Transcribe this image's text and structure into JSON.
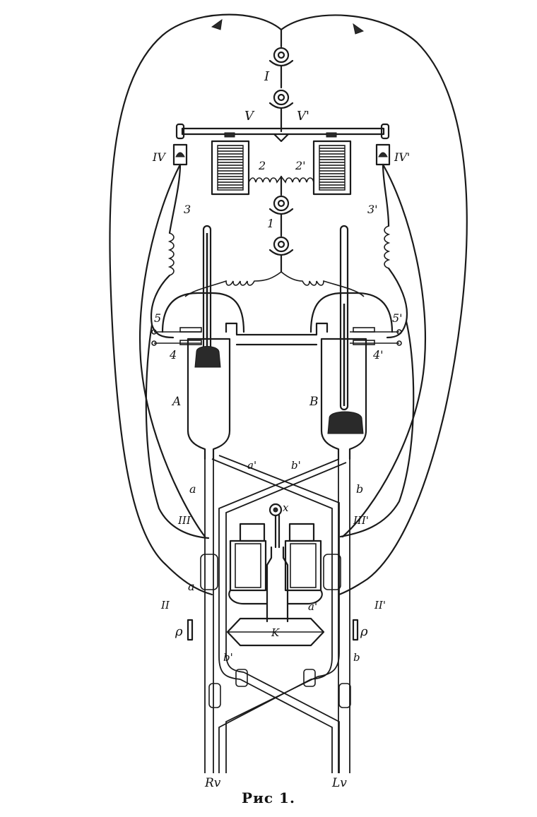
{
  "caption": "Рис 1.",
  "labels": {
    "I": "I",
    "V": "V",
    "V_prime": "V'",
    "IV": "IV",
    "IV_prime": "IV'",
    "n2": "2",
    "n2_prime": "2'",
    "n3": "3",
    "n3_prime": "3'",
    "n1": "1",
    "n5": "5",
    "n5_prime": "5'",
    "n4": "4",
    "n4_prime": "4'",
    "A": "A",
    "B": "B",
    "a_top": "a'",
    "b_top": "b'",
    "a_left": "a",
    "b_right": "b",
    "x": "x",
    "III": "III",
    "III_prime": "III'",
    "a_mid": "a",
    "a_mid_prime": "a'",
    "II": "II",
    "II_prime": "II'",
    "rho_left": "ρ",
    "rho_right": "ρ",
    "K": "K",
    "b_low_prime": "b'",
    "b_low": "b",
    "Rv": "Rv",
    "Lv": "Lv"
  }
}
